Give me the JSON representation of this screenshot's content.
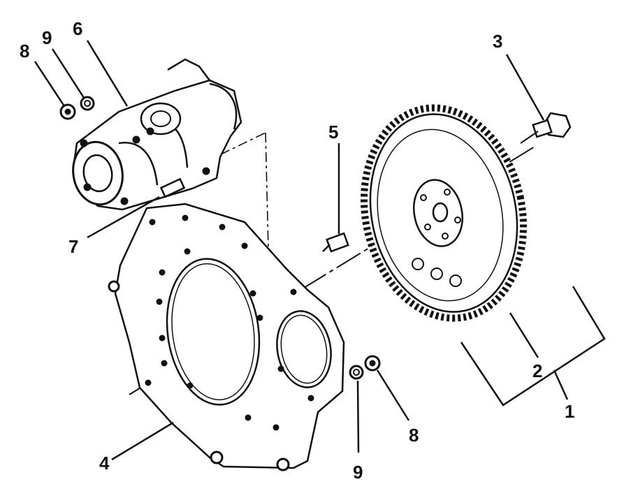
{
  "callouts": {
    "label_1": "1",
    "label_2": "2",
    "label_3": "3",
    "label_4": "4",
    "label_5": "5",
    "label_6": "6",
    "label_7": "7",
    "label_8_top": "8",
    "label_9_top": "9",
    "label_8_bottom": "8",
    "label_9_bottom": "9"
  },
  "colors": {
    "ink": "#111111",
    "background": "#ffffff"
  }
}
